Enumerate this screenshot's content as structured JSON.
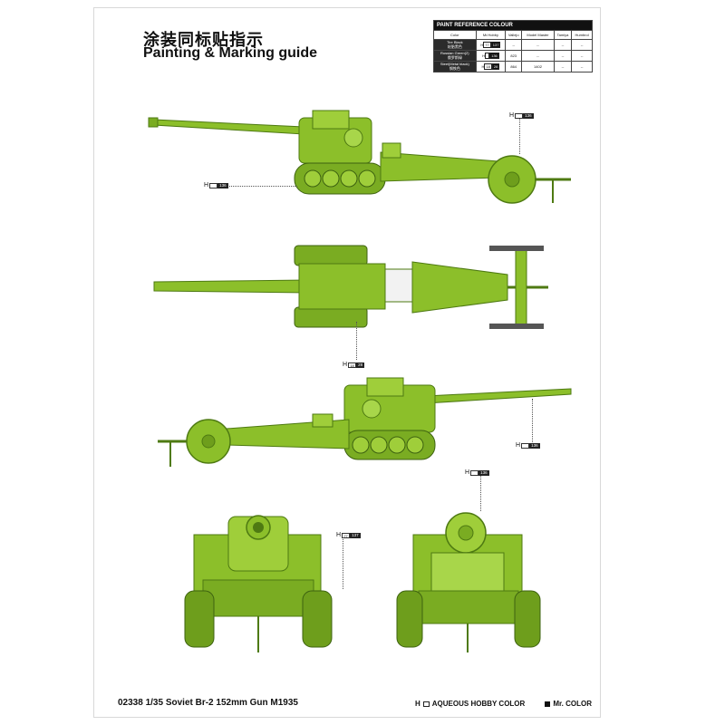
{
  "title": {
    "chinese": "涂装同标贴指示",
    "english": "Painting & Marking guide"
  },
  "colour_table": {
    "caption": "PAINT REFERENCE COLOUR",
    "headers": [
      "Color",
      "Mr.Hobby",
      "Vallejo",
      "Model Master",
      "Tamiya",
      "Humbrol"
    ],
    "rows": [
      {
        "color": "Tire Black",
        "color_cn": "轮胎黑色",
        "h_code": "77",
        "mr_code": "137",
        "vallejo": "--",
        "model_master": "--",
        "tamiya": "--",
        "humbrol": "--"
      },
      {
        "color": "Russian Green(2)",
        "color_cn": "俄罗斯绿",
        "h_code": "",
        "mr_code": "136",
        "vallejo": "823",
        "model_master": "--",
        "tamiya": "--",
        "humbrol": "--"
      },
      {
        "color": "Steel(Metal black)",
        "color_cn": "钢铁色",
        "h_code": "18",
        "mr_code": "28",
        "vallejo": "864",
        "model_master": "1402",
        "tamiya": "--",
        "humbrol": "--"
      }
    ]
  },
  "callouts": {
    "side_upper_left": {
      "h": "H",
      "code": "136"
    },
    "side_upper_right": {
      "h": "H",
      "code": "136"
    },
    "top_view": {
      "h": "H",
      "box": "18",
      "code": "28"
    },
    "side_lower": {
      "h": "H",
      "code": "136"
    },
    "rear_top": {
      "h": "H",
      "code": "136"
    },
    "front_tire": {
      "h": "H",
      "box": "77",
      "code": "137"
    }
  },
  "footer": {
    "product": "02338  1/35  Soviet Br-2 152mm Gun M1935",
    "legend_aqueous": "AQUEOUS HOBBY COLOR",
    "legend_mr": "Mr. COLOR"
  },
  "colors": {
    "olive": "#8cbf2a",
    "olive_dark": "#4e7a12",
    "olive_light": "#b6df5a"
  }
}
